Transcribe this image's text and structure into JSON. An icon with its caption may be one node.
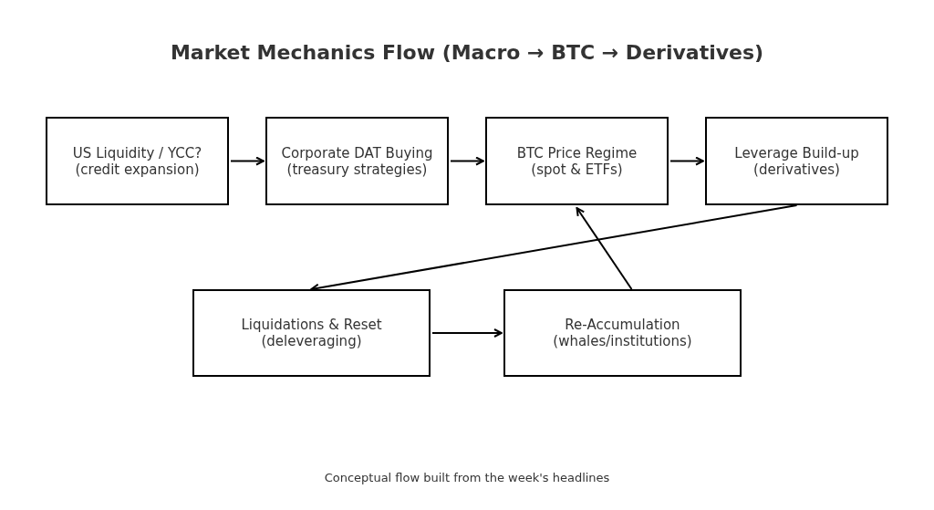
{
  "diagram": {
    "title": "Market Mechanics Flow (Macro → BTC → Derivatives)",
    "nodes": [
      {
        "text": [
          "US Liquidity / YCC?",
          "(credit expansion)"
        ]
      },
      {
        "text": [
          "Corporate DAT Buying",
          "(treasury strategies)"
        ]
      },
      {
        "text": [
          "BTC Price Regime",
          "(spot & ETFs)"
        ]
      },
      {
        "text": [
          "Leverage Build-up",
          "(derivatives)"
        ]
      },
      {
        "text": [
          "Liquidations & Reset",
          "(deleveraging)"
        ]
      },
      {
        "text": [
          "Re-Accumulation",
          "(whales/institutions)"
        ]
      }
    ],
    "edges": [
      {
        "from": 0,
        "to": 1,
        "arrow": "to"
      },
      {
        "from": 1,
        "to": 2,
        "arrow": "to"
      },
      {
        "from": 2,
        "to": 3,
        "arrow": "to"
      },
      {
        "from": 3,
        "to": 4,
        "arrow": "to"
      },
      {
        "from": 4,
        "to": 5,
        "arrow": "to"
      },
      {
        "from": 5,
        "to": 2,
        "arrow": "to"
      }
    ],
    "caption": "Conceptual flow built from the week's headlines"
  }
}
